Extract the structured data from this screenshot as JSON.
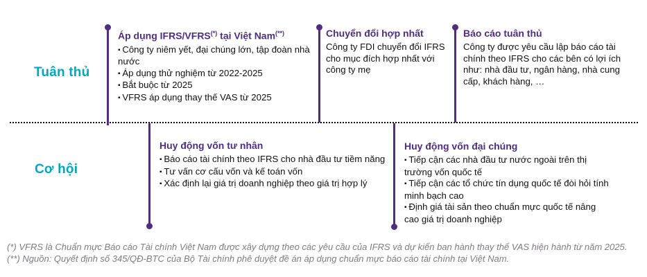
{
  "colors": {
    "purple": "#4F2D7F",
    "teal": "#00A6BC",
    "body_text": "#111111",
    "footnote_gray": "#7f7b82"
  },
  "row_labels": {
    "top": "Tuân thủ",
    "bottom": "Cơ hội"
  },
  "top_columns": [
    {
      "title_a": "Áp dụng IFRS/VFRS",
      "title_sup_a": "(*)",
      "title_b": " tại Việt Nam",
      "title_sup_b": "(**)",
      "bullets": [
        "Công ty niêm yết, đại chúng lớn, tập đoàn nhà nước",
        "Áp dụng thử nghiệm từ 2022-2025",
        "Bắt buộc từ 2025",
        "VFRS áp dụng thay thế VAS từ 2025"
      ]
    },
    {
      "title": "Chuyển đổi hợp nhất",
      "body": "Công ty FDI chuyển đổi IFRS cho mục đích hợp nhất với công ty mẹ"
    },
    {
      "title": "Báo cáo tuân thủ",
      "body": "Công ty được yêu cầu lập báo cáo tài chính theo IFRS cho các bên có lợi ích như: nhà đầu tư, ngân hàng, nhà cung cấp, khách hàng, …"
    }
  ],
  "bottom_columns": [
    {
      "title": "Huy động vốn tư nhân",
      "bullets": [
        "Báo cáo tài chính theo IFRS cho nhà đầu tư tiềm năng",
        "Tư vấn cơ cấu vốn và kế toán vốn",
        "Xác định lại giá trị doanh nghiệp theo giá trị hợp lý"
      ]
    },
    {
      "title": "Huy động vốn đại chúng",
      "bullets": [
        "Tiếp cận các nhà đầu tư nước ngoài trên thị trường vốn quốc tế",
        "Tiếp cận các tổ chức tín dụng quốc tế đòi hỏi tính minh bạch cao",
        "Định giá tài sản theo chuẩn mực quốc tế nâng cao giá trị doanh nghiệp"
      ]
    }
  ],
  "footnotes": [
    "(*) VFRS là Chuẩn mực Báo cáo Tài chính Việt Nam được xây dựng theo các yêu cầu của IFRS và dự kiến ban hành thay thế VAS hiện hành từ năm 2025.",
    "(**) Nguồn: Quyết định số 345/QĐ-BTC của Bộ Tài chính phê duyệt đề án áp dụng chuẩn mực báo cáo tài chính tại Việt Nam."
  ]
}
